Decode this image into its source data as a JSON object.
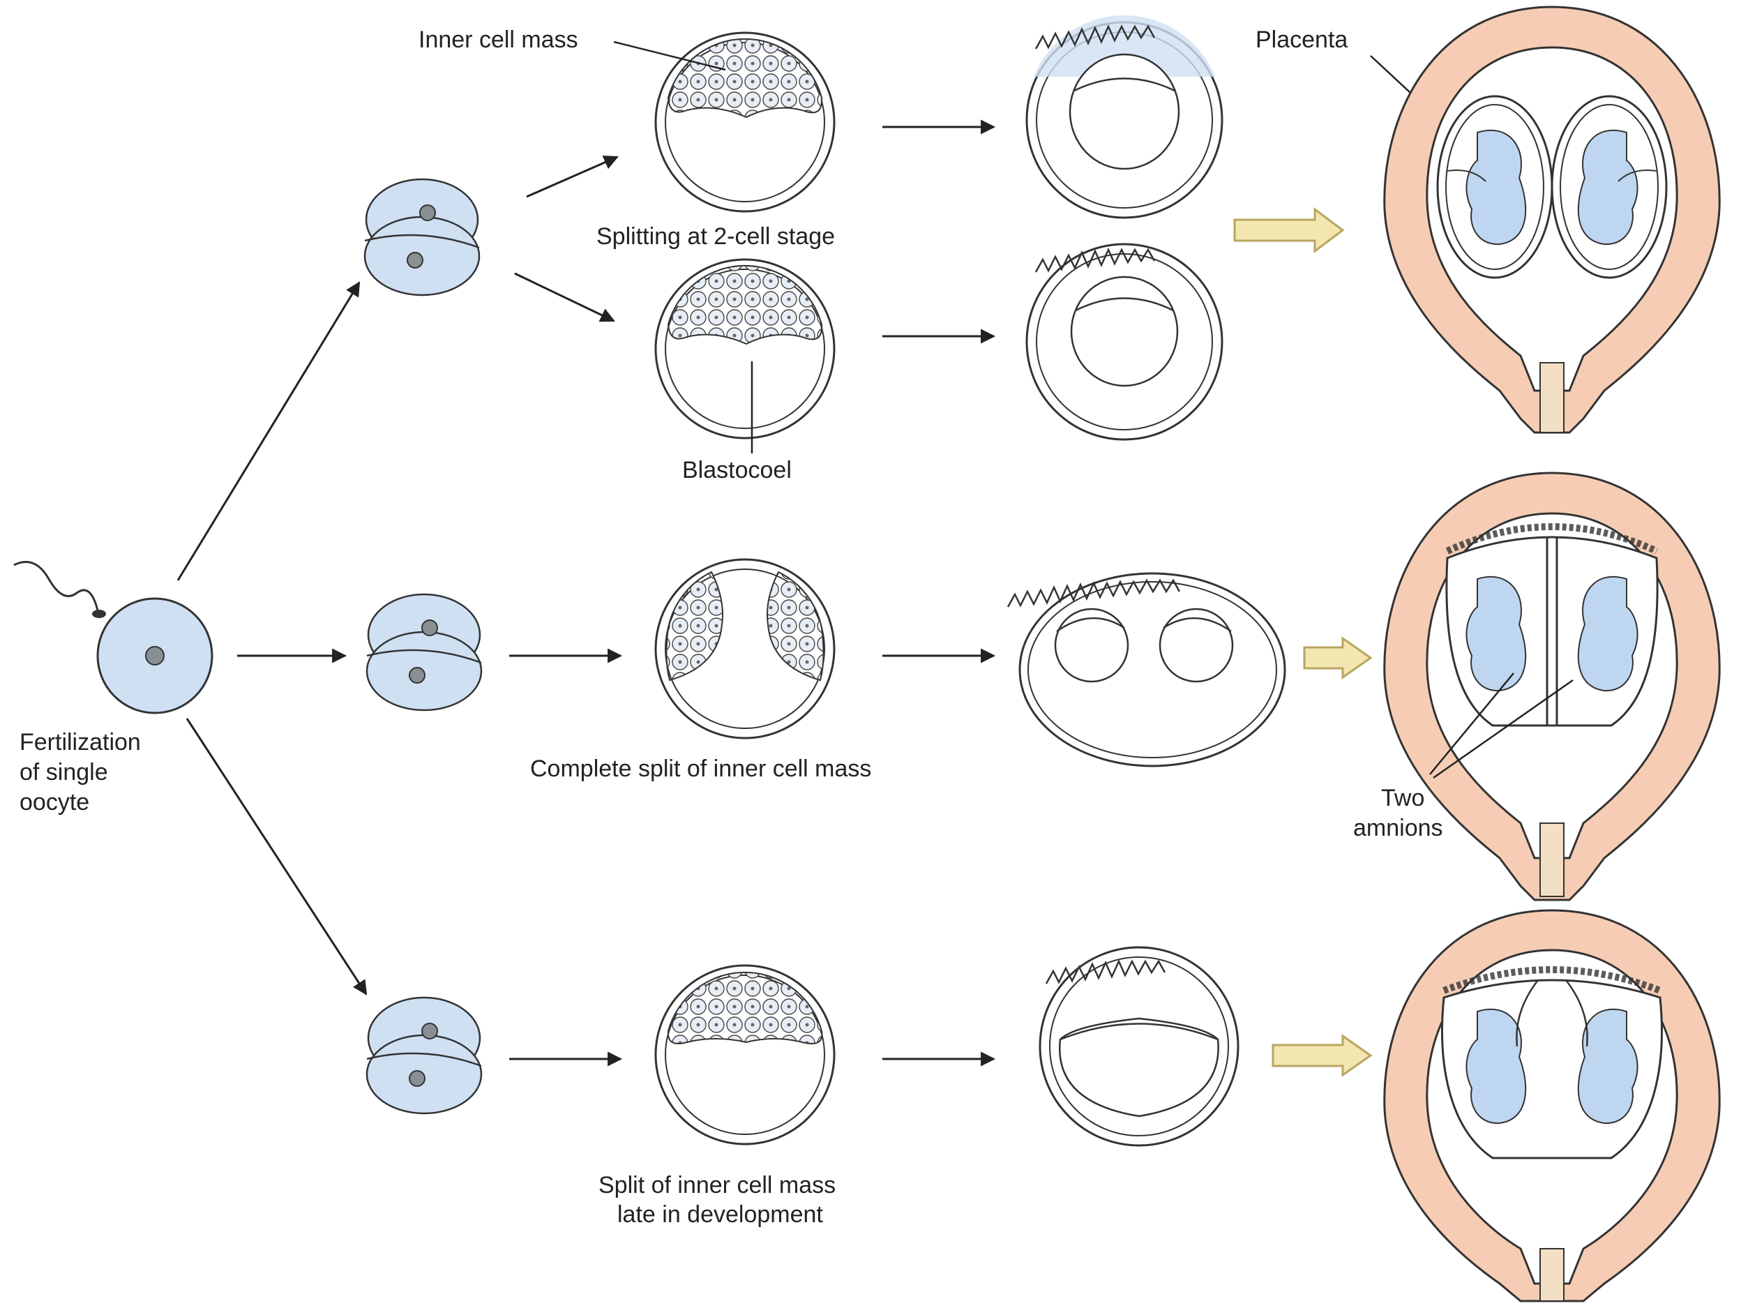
{
  "labels": {
    "inner_cell_mass": "Inner cell mass",
    "placenta": "Placenta",
    "splitting_two_cell": "Splitting at 2-cell stage",
    "blastocoel": "Blastocoel",
    "fertilization": [
      "Fertilization",
      "of single",
      "oocyte"
    ],
    "complete_split": "Complete split of inner cell mass",
    "two_amnions": [
      "Two",
      "amnions"
    ],
    "late_split": [
      "Split of inner cell mass",
      "late in development"
    ]
  },
  "colors": {
    "cell_fill": "#cfe0f3",
    "nucleus": "#8a8f94",
    "uterus_fill": "#f6cdb4",
    "embryo_fill": "#bfd6f0",
    "placenta_blue": "#cfe0f3",
    "outcome_arrow_fill": "#f3e6b0",
    "outcome_arrow_stroke": "#b8a560",
    "ink": "#2a2a2a"
  }
}
